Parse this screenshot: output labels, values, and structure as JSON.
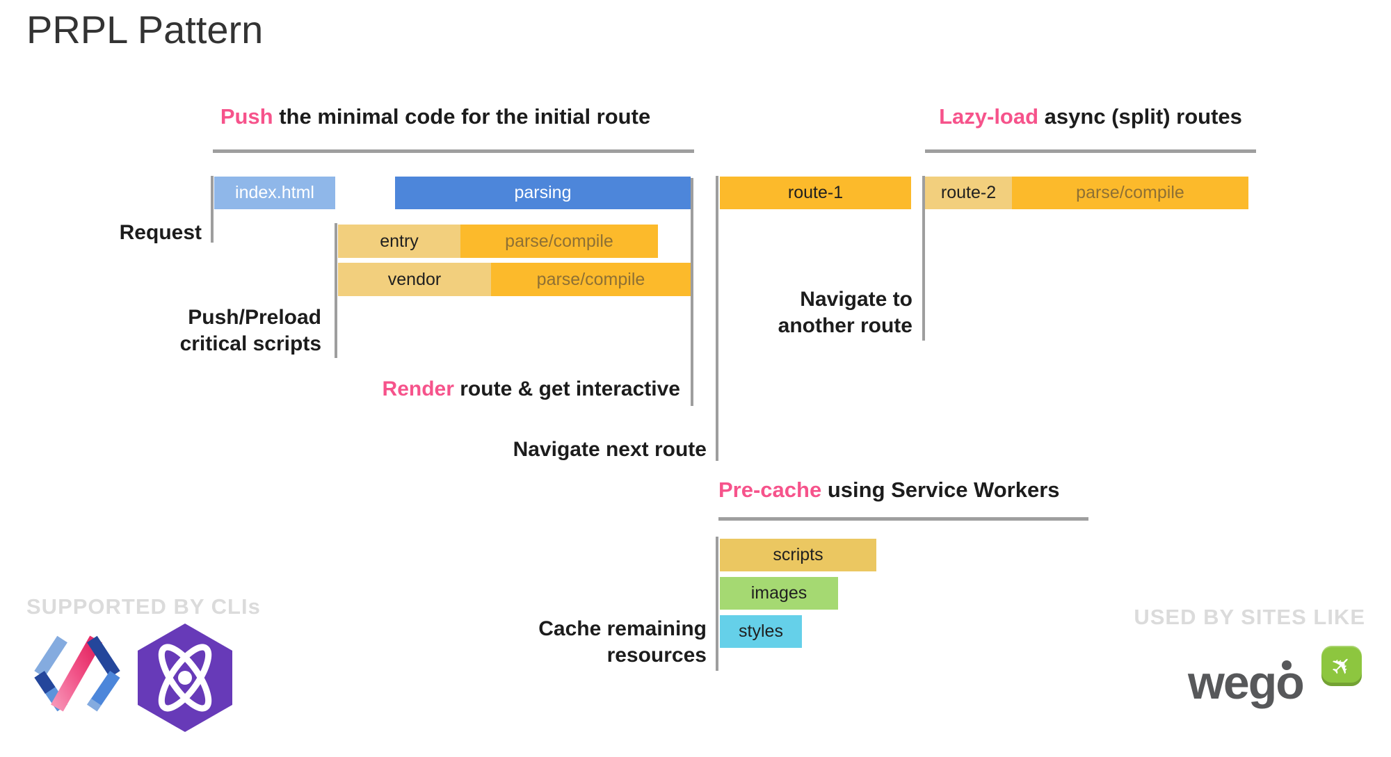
{
  "title": "PRPL Pattern",
  "colors": {
    "accent_pink": "#F6538B",
    "light_blue": "#8FB7E9",
    "blue": "#4D86DA",
    "tan": "#F2CF7D",
    "amber": "#FCBA2B",
    "scripts_tan": "#EBC761",
    "green": "#A5D972",
    "cyan": "#65D0E9",
    "line_gray": "#9E9E9E",
    "watermark_gray": "#DBDBDB",
    "parse_text": "#8E7034",
    "wego_gray": "#57585A",
    "wego_green": "#8DC63F",
    "preact_purple": "#673AB8"
  },
  "headers": {
    "push": {
      "highlight": "Push",
      "rest": "the minimal code for the initial route"
    },
    "lazy": {
      "highlight": "Lazy-load",
      "rest": "async (split) routes"
    },
    "render": {
      "highlight": "Render",
      "rest": "route & get interactive"
    },
    "precache": {
      "highlight": "Pre-cache",
      "rest": "using Service Workers"
    }
  },
  "labels": {
    "request": "Request",
    "push_preload": [
      "Push/Preload",
      "critical scripts"
    ],
    "navigate_next": "Navigate next route",
    "navigate_another": [
      "Navigate to",
      "another route"
    ],
    "cache_remaining": [
      "Cache remaining",
      "resources"
    ]
  },
  "bars": {
    "index_html": "index.html",
    "parsing": "parsing",
    "entry": "entry",
    "entry_parse": "parse/compile",
    "vendor": "vendor",
    "vendor_parse": "parse/compile",
    "route1": "route-1",
    "route2": "route-2",
    "route2_parse": "parse/compile",
    "scripts": "scripts",
    "images": "images",
    "styles": "styles"
  },
  "footer": {
    "supported_by": "SUPPORTED BY CLIs",
    "used_by": "USED BY SITES LIKE",
    "wego_wordmark": "wego",
    "logo_names": [
      "polymer-logo",
      "preact-logo",
      "wego-logo"
    ]
  }
}
